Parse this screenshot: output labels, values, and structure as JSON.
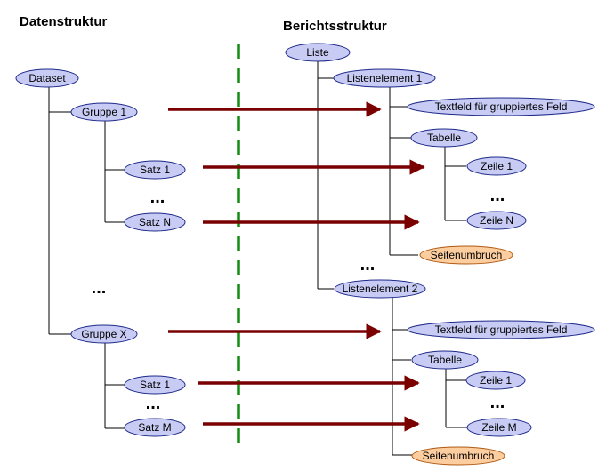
{
  "headings": {
    "left": "Datenstruktur",
    "right": "Berichtsstruktur"
  },
  "colors": {
    "node_fill": "#c8ccf4",
    "node_border": "#1e2a8a",
    "break_fill": "#fbcd9f",
    "break_border": "#b05a12",
    "arrow": "#7a0000",
    "divider": "#148c14",
    "line": "#000000"
  },
  "data_structure": {
    "dataset": "Dataset",
    "group1": "Gruppe 1",
    "group1_set1": "Satz 1",
    "group1_ellipsis": "...",
    "group1_setN": "Satz N",
    "groups_ellipsis": "...",
    "groupX": "Gruppe X",
    "groupX_set1": "Satz 1",
    "groupX_ellipsis": "...",
    "groupX_setM": "Satz M"
  },
  "report_structure": {
    "list": "Liste",
    "item1": "Listenelement 1",
    "item1_textfield": "Textfeld für gruppiertes Feld",
    "item1_table": "Tabelle",
    "item1_row1": "Zeile 1",
    "item1_rows_ellipsis": "...",
    "item1_rowN": "Zeile N",
    "item1_pagebreak": "Seitenumbruch",
    "items_ellipsis": "...",
    "item2": "Listenelement 2",
    "item2_textfield": "Textfeld für gruppiertes Feld",
    "item2_table": "Tabelle",
    "item2_row1": "Zeile 1",
    "item2_rows_ellipsis": "...",
    "item2_rowM": "Zeile M",
    "item2_pagebreak": "Seitenumbruch"
  }
}
